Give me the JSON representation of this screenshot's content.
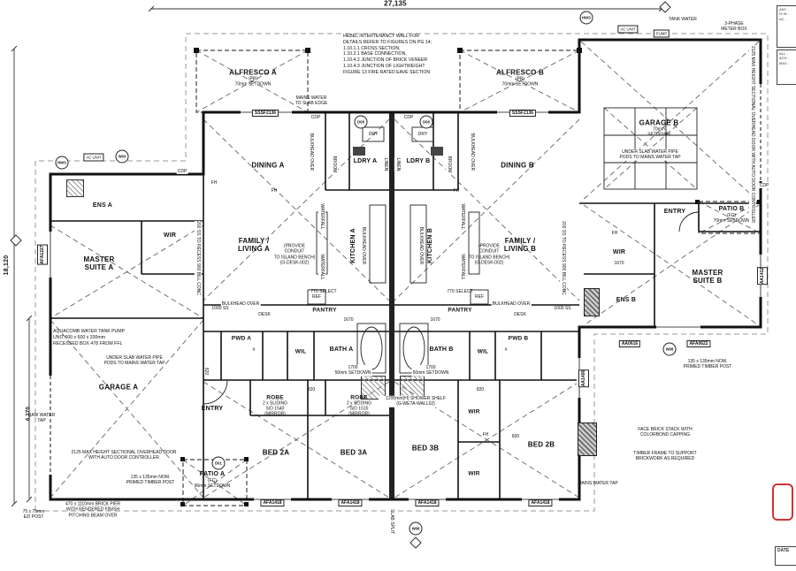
{
  "dims": {
    "top": "27,135",
    "left": "18,120",
    "left2": "6,270"
  },
  "rooms": {
    "alfresco_a": {
      "label": "ALFRESCO A",
      "sub": "(PB)\n70mm SETDOWN"
    },
    "alfresco_b": {
      "label": "ALFRESCO B",
      "sub": "(PB)\n70mm SETDOWN"
    },
    "dining_a": {
      "label": "DINING A"
    },
    "dining_b": {
      "label": "DINING B"
    },
    "ldry_a": {
      "label": "LDRY A"
    },
    "ldry_b": {
      "label": "LDRY B"
    },
    "garage_a": {
      "label": "GARAGE A"
    },
    "garage_b": {
      "label": "GARAGE B",
      "sub": "70mm\nSETDOWN"
    },
    "ens_a": {
      "label": "ENS A"
    },
    "ens_b": {
      "label": "ENS B"
    },
    "wir": {
      "label": "WIR"
    },
    "master_a": {
      "label": "MASTER\nSUITE A"
    },
    "master_b": {
      "label": "MASTER\nSUITE B"
    },
    "family_a": {
      "label": "FAMILY /\nLIVING A"
    },
    "family_b": {
      "label": "FAMILY /\nLIVING B"
    },
    "kitchen_a": {
      "label": "KITCHEN A"
    },
    "kitchen_b": {
      "label": "KITCHEN B"
    },
    "entry": {
      "label": "ENTRY"
    },
    "patio_a": {
      "label": "PATIO A",
      "sub": "(FC)\n96mm SETDOWN"
    },
    "patio_b": {
      "label": "PATIO B",
      "sub": "(FC)\n70mm SETDOWN"
    },
    "pantry": {
      "label": "PANTRY"
    },
    "pwd_a": {
      "label": "PWD A"
    },
    "pwd_b": {
      "label": "PWD B"
    },
    "bath_a": {
      "label": "BATH A"
    },
    "bath_b": {
      "label": "BATH B"
    },
    "wil": {
      "label": "WIL"
    },
    "robe_a": {
      "label": "ROBE",
      "sub": "2 x SLIDING\nS/D 1540\n(MIRROR)"
    },
    "robe_b": {
      "label": "ROBE",
      "sub": "2 x SLIDING\nS/D 1515\n(MIRROR)"
    },
    "bed_2a": {
      "label": "BED 2A"
    },
    "bed_3a": {
      "label": "BED 3A"
    },
    "bed_3b": {
      "label": "BED 3B"
    },
    "bed_2b": {
      "label": "BED 2B"
    }
  },
  "labels": {
    "broom": "BROOM",
    "linen": "LINEN",
    "dry": "DRY",
    "ref": "REF",
    "desk": "DESK",
    "fh": "FH",
    "cdp": "CDP",
    "hash": "#",
    "hws": "HWS",
    "ac_unit": "AC UNIT",
    "pump": "PUMP",
    "tank_water": "TANK WATER",
    "waterfall": "WATERFALL",
    "bulkhead": "BULKHEAD OVER",
    "slab_split": "SLAB SPLIT",
    "select_770": "770 SELECT",
    "d820": "820",
    "d1670": "1670",
    "d1000ss": "1000 SS",
    "setdown_1700": "1700\n50mm SETDOWN",
    "mains_tap": "MAINS WATER TAP"
  },
  "notes": {
    "hebel": "HEBEL INTERTENANCY WALL FOR\nDETAILS REFER TO FIGURES ON PG 14;\n1.10.1.1 CROSS SECTION,\n1.10.2.1 BASE CONNECTION,\n1.10.4.2 JUNCTION OF BRICK VENEER\n1.10.4.3 JUNCTION OF LIGHTWEIGHT\nFIGURE 13 FIRE RATED EAVE SECTION",
    "mains_water": "MAINS WATER\nTO SLAB EDGE",
    "aquacomb": "AQUACOMB WATER TANK PUMP\nUNIT 600 x 600 x 330mm\nRECESSED BOX 478 FROM FFL",
    "under_slab": "UNDER SLAB WATER PIPE\nPODS TO MAINS WATER TAP",
    "garage_door": "2125 MAX HEIGHT SECTIONAL OVERHEAD DOOR\nWITH AUTO DOOR CONTROLLER",
    "garage_door_v": "2125 MAX HEIGHT SECTIONAL OVERHEAD DOOR WITH AUTO DOOR CONTROLLER",
    "timber_post": "135 x 135mm NOM.\nPRIMED TIMBER POST",
    "brick_pier": "470 x 1110mm BRICK PIER\nWITH RENDERED FINISH\nPITCHING BEAM OVER",
    "ezi_post": "75 x 75mm\nEZI POST",
    "raw_water": "RAW WATER\nTAP",
    "face_brick": "FACE BRICK STACK WITH\nCOLORBOND CAPPING",
    "timber_frame": "TIMBER FRAME TO SUPPORT\nBRICKWORK AS REQUIRED",
    "phase_meter": "3-PHASE\nMETER BOX",
    "shower_shelf": "1200mm(H) SHOWER SHELF\n(G-WETA-WALL02)",
    "conduit": "(PROVIDE CONDUIT\nTO ISLAND BENCH)\n(G-DESK-002)",
    "recess": "200 SS TO RECESS 900 BILL CONC"
  },
  "codes": {
    "sssf": "SSSF2136",
    "afa1227": "AFA1227",
    "aa1412": "AA1412",
    "aa1406": "AA1406",
    "aa0616": "AA0616",
    "afa0622": "AFA0622",
    "afa1418": "AFA1418",
    "w03": "W03",
    "w08": "W08",
    "d01": "D01",
    "d06": "D06",
    "d08": "D08"
  },
  "titleblock": {
    "strip1": "ANY ..\nIS W ..\nAC ..",
    "strip2": "ALL ..\nACH ..\nMAX ..",
    "date": "DATE"
  }
}
